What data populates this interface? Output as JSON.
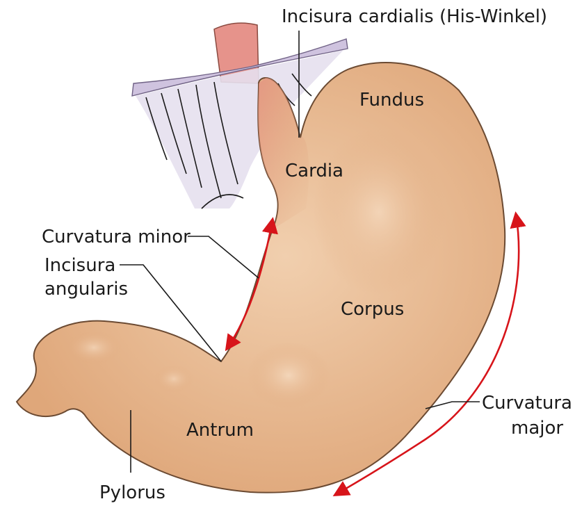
{
  "labels": {
    "incisura_cardialis": "Incisura cardialis (His-Winkel)",
    "fundus": "Fundus",
    "cardia": "Cardia",
    "curvatura_minor": "Curvatura minor",
    "incisura_angularis_line1": "Incisura",
    "incisura_angularis_line2": "angularis",
    "corpus": "Corpus",
    "curvatura_major_line1": "Curvatura",
    "curvatura_major_line2": "major",
    "antrum": "Antrum",
    "pylorus": "Pylorus"
  },
  "colors": {
    "stomach": "#dfa77a",
    "stomach_highlight": "#f1cfae",
    "stomach_outline": "#6b4a32",
    "esophagus": "#e6938b",
    "diaphragm": "#d9cfe6",
    "arrow": "#d7141a",
    "text": "#1a1a1a"
  }
}
